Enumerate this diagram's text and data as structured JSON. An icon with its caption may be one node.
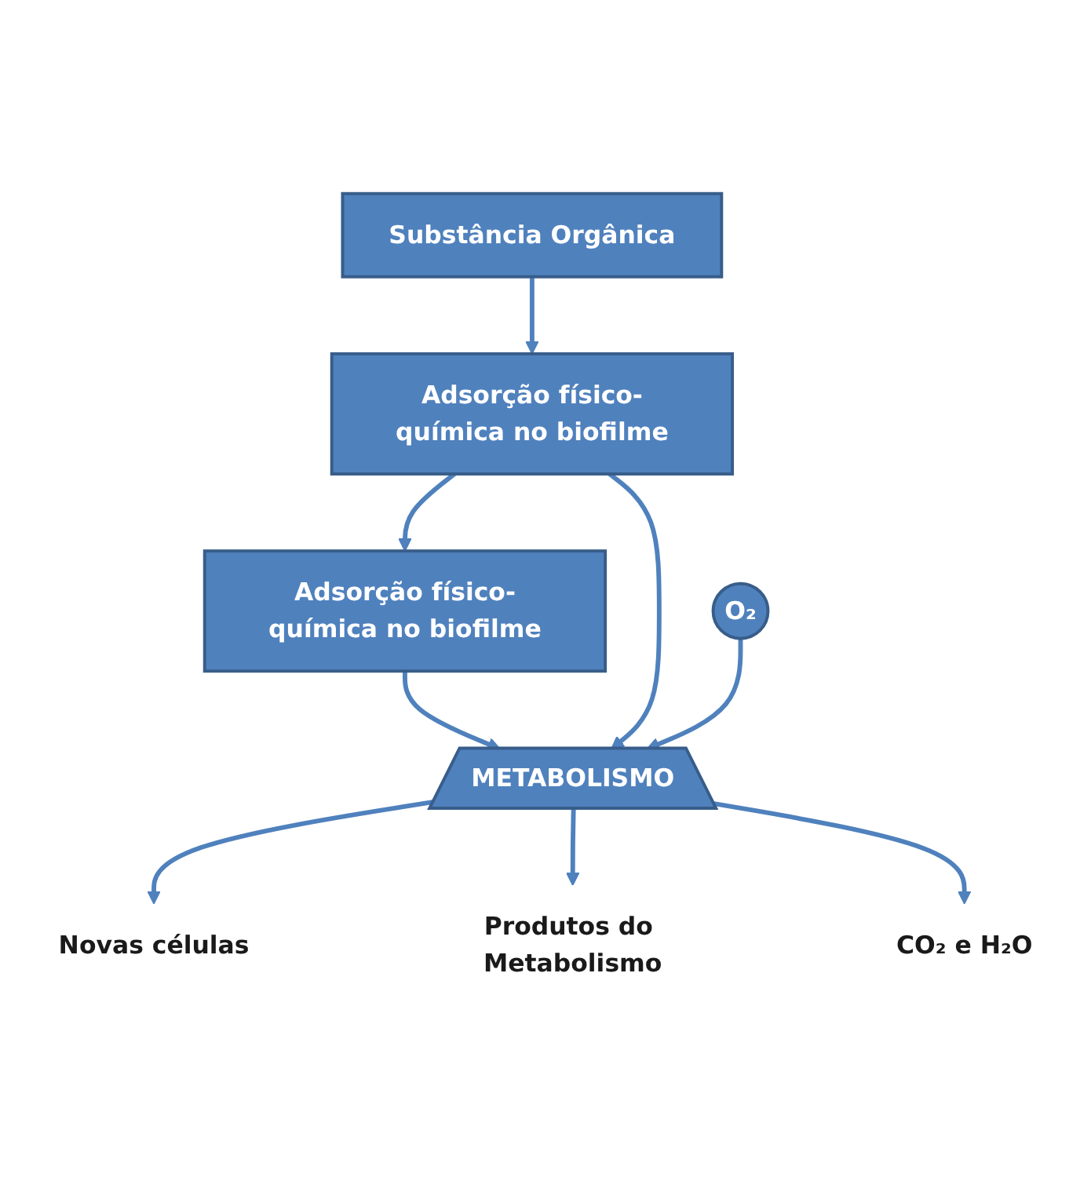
{
  "diagram": {
    "nodes": [
      {
        "text": [
          "Substância Orgânica"
        ]
      },
      {
        "text": [
          "Adsorção físico-química no biofilme"
        ]
      },
      {
        "text": [
          "Adsorção físico-química no biofilme"
        ]
      },
      {
        "text": [
          "O₂"
        ]
      },
      {
        "text": [
          "METABOLISMO"
        ]
      },
      {
        "text": [
          "Novas células"
        ]
      },
      {
        "text": [
          "Produtos do Metabolismo"
        ]
      },
      {
        "text": [
          "CO₂ e H₂O"
        ]
      }
    ],
    "edges": [
      {
        "from": 0,
        "to": 1,
        "arrow": "to"
      },
      {
        "from": 1,
        "to": 2,
        "arrow": "to"
      },
      {
        "from": 2,
        "to": 4,
        "arrow": "to"
      },
      {
        "from": 1,
        "to": 4,
        "arrow": "to"
      },
      {
        "from": 3,
        "to": 4,
        "arrow": "to"
      },
      {
        "from": 4,
        "to": 5,
        "arrow": "to"
      },
      {
        "from": 4,
        "to": 6,
        "arrow": "to"
      },
      {
        "from": 4,
        "to": 7,
        "arrow": "to"
      }
    ]
  }
}
